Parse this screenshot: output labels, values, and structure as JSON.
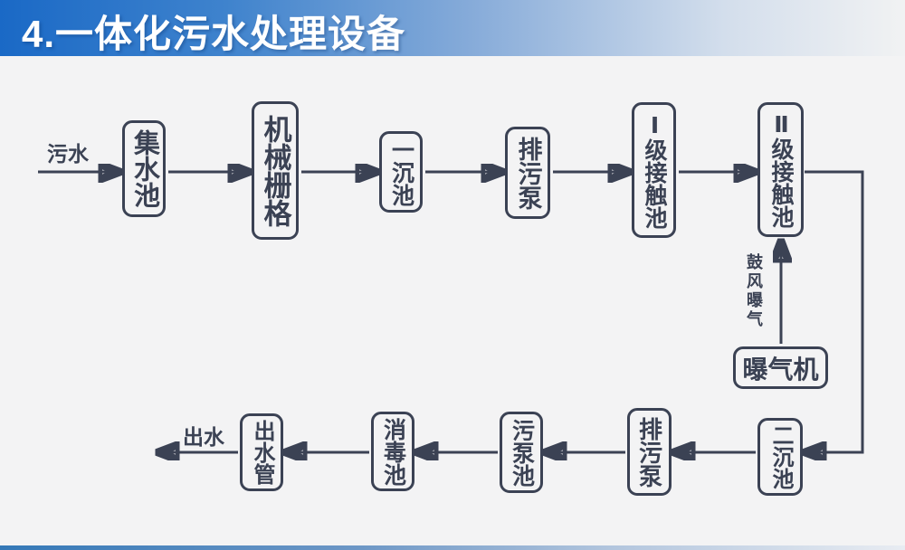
{
  "header": {
    "title": "4.一体化污水处理设备"
  },
  "colors": {
    "accent_blue": "#1a69c6",
    "line_dark": "#3b4254",
    "background": "#f3f3f4"
  },
  "diagram": {
    "inflow_label": "污水",
    "outflow_label": "出水",
    "aeration_label": "鼓风曝气",
    "aerator_label": "曝气机",
    "top_row": [
      "集水池",
      "机械栅格",
      "一沉池",
      "排污泵",
      "Ⅰ级接触池",
      "Ⅱ级接触池"
    ],
    "bottom_row": [
      "二沉池",
      "排污泵",
      "污泵池",
      "消毒池",
      "出水管"
    ]
  }
}
